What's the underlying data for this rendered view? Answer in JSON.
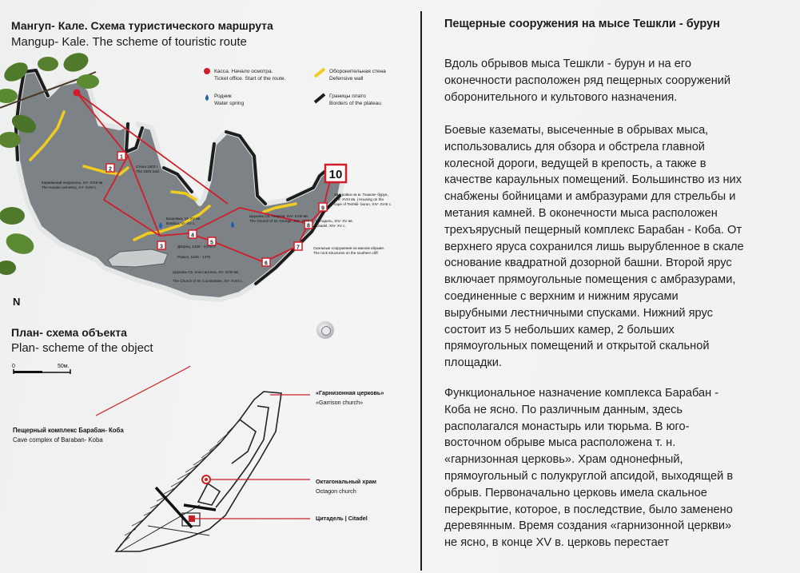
{
  "left": {
    "map_title_ru": "Мангуп- Кале. Схема туристического маршрута",
    "map_title_en": "Mangup- Kale. The scheme of touristic route",
    "north": "N",
    "legend": {
      "ticket_ru": "Касса. Начало осмотра.",
      "ticket_en": "Ticket office. Start of the route.",
      "spring_ru": "Родник",
      "spring_en": "Water spring",
      "wall_ru": "Оборонительная стена",
      "wall_en": "Defensive wall",
      "borders_ru": "Границы плато",
      "borders_en": "Borders of the plateau"
    },
    "map_labels": {
      "karaim_ru": "Караимский некрополь, XV- XVIII вв.",
      "karaim_en": "The Karaite cemetery, XV- XVIII c.",
      "wall1503_ru": "Стена 1503 г.",
      "wall1503_en": "The 1503 wall.",
      "basilica_ru": "Базилика, VI- XV вв.",
      "basilica_en": "Basilica, VI- XV c.",
      "george_ru": "Церковь Св. Георгия, XIV- XVIII вв.",
      "george_en": "The Church of St. George, XIV- XVIII c.",
      "palace_ru": "Дворец, 1425 - 1475 гг.",
      "palace_en": "Palace, 1425 - 1475",
      "constantine_ru": "Церковь Св. Константина, XV- XVIII вв.",
      "constantine_en": "The Church of St. Constantine, XV- XVIII c.",
      "teshkli_ru": "Застройка на м. Тешкли- бурун,",
      "teshkli_ru2": "XIV- XVIII вв. | Housing on the",
      "teshkli_en": "cape of Teshkli- burun, XIV- XVIII c.",
      "citadel_ru": "Цитадель, XIV- XV вв.",
      "citadel_en": "Citadel, XIV- XV c.",
      "rock_ru": "Скальные сооружения на южном обрыве.",
      "rock_en": "The rock structures on the southern cliff."
    },
    "stops": [
      "1",
      "2",
      "3",
      "4",
      "5",
      "6",
      "7",
      "8",
      "9",
      "10"
    ],
    "plan_title_ru": "План- схема объекта",
    "plan_title_en": "Plan- scheme of the object",
    "scale_zero": "0",
    "scale_50": "50м.",
    "plan_labels": {
      "garrison_ru": "«Гарнизонная церковь»",
      "garrison_en": "«Garrison church»",
      "cave_ru": "Пещерный комплекс Барабан- Коба",
      "cave_en": "Cave complex of Baraban- Koba",
      "octagon_ru": "Октагональный храм",
      "octagon_en": "Octagon church",
      "citadel": "Цитадель | Citadel"
    }
  },
  "right": {
    "title": "Пещерные сооружения на мысе Тешкли - бурун",
    "p1": [
      "Вдоль обрывов мыса Тешкли - бурун и на его",
      "оконечности расположен ряд пещерных сооружений",
      "оборонительного и культового назначения."
    ],
    "p2": [
      "Боевые казематы, высеченные в обрывах мыса,",
      "использовались для обзора и обстрела главной",
      "колесной дороги, ведущей в крепость, а также в",
      "качестве караульных помещений. Большинство из них",
      "снабжены бойницами и амбразурами для стрельбы и",
      "метания камней. В оконечности мыса расположен",
      "трехъярусный пещерный комплекс Барабан - Коба. От",
      "верхнего яруса сохранился лишь вырубленное в скале",
      "основание квадратной дозорной башни. Второй ярус",
      "включает прямоугольные помещения с амбразурами,",
      "соединенные с верхним и нижним ярусами",
      "вырубными лестничными спусками. Нижний ярус",
      "состоит из 5 небольших камер, 2 больших",
      "прямоугольных помещений и открытой скальной",
      "площадки."
    ],
    "p3": [
      "Функциональное назначение комплекса Барабан -",
      "Коба не ясно. По различным данным, здесь",
      "располагался монастырь или тюрьма. В юго-",
      "восточном обрыве мыса расположена т. н.",
      "«гарнизонная церковь». Храм однонефный,",
      "прямоугольный с полукруглой апсидой, выходящей в",
      "обрыв. Первоначально церковь имела скальное",
      "перекрытие, которое, в последствие, было заменено",
      "деревянным. Время создания «гарнизонной церкви»",
      "не ясно, в конце XV в. церковь перестает"
    ]
  },
  "colors": {
    "route": "#d01f2a",
    "wall": "#f0cc1e",
    "plateau": "#7d8287",
    "border": "#1d1d1d",
    "spring": "#1c5fb3"
  }
}
